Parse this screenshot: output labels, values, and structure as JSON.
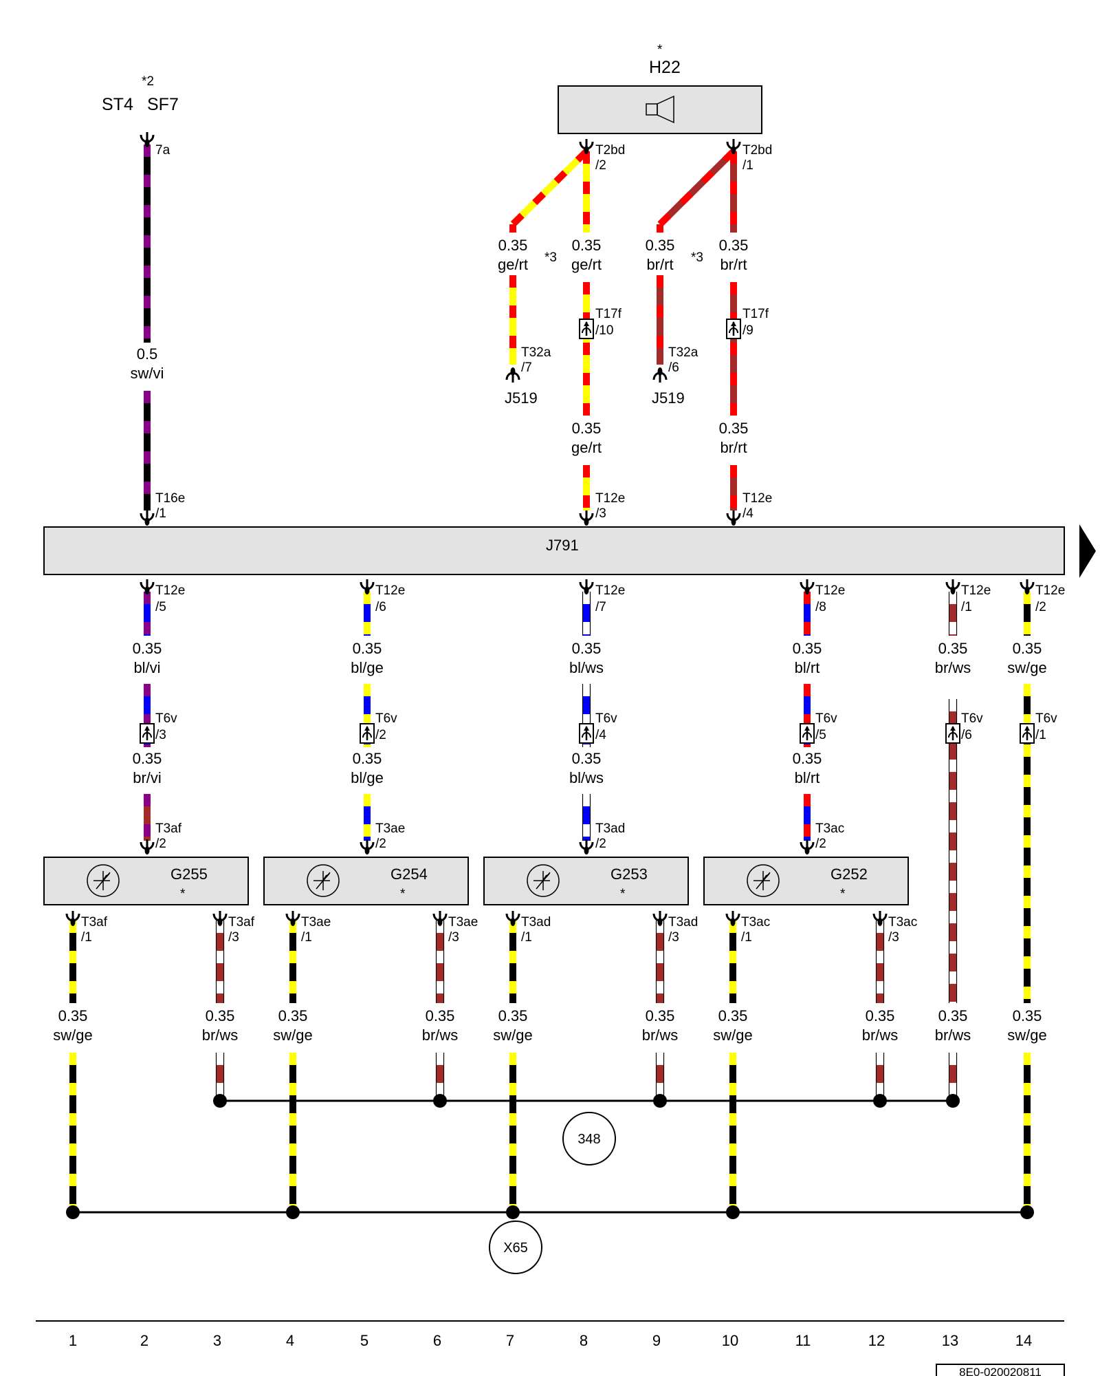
{
  "colors": {
    "ge": "#ffff00",
    "rt": "#ff0000",
    "br": "#a52a2a",
    "sw": "#000000",
    "vi": "#8b008b",
    "bl": "#0000ff",
    "ws": "#ffffff",
    "module_fill": "#e3e3e3",
    "line": "#000000"
  },
  "components": {
    "st4": "ST4",
    "sf7": "SF7",
    "st_note": "*2",
    "h22": "H22",
    "h22_note": "*",
    "j791": "J791",
    "j519_a": "J519",
    "j519_b": "J519",
    "g255": "G255",
    "g254": "G254",
    "g253": "G253",
    "g252": "G252",
    "g_note": "*"
  },
  "connectors": {
    "c7a": "7a",
    "t2bd_a": "T2bd",
    "t2bd_a_pin": "/2",
    "t2bd_b": "T2bd",
    "t2bd_b_pin": "/1",
    "t32a_a": "T32a",
    "t32a_a_pin": "/7",
    "t32a_b": "T32a",
    "t32a_b_pin": "/6",
    "t17f_a": "T17f",
    "t17f_a_pin": "/10",
    "t17f_b": "T17f",
    "t17f_b_pin": "/9",
    "t16e": "T16e",
    "t16e_pin": "/1",
    "t12e_top_a": "T12e",
    "t12e_top_a_pin": "/3",
    "t12e_top_b": "T12e",
    "t12e_top_b_pin": "/4",
    "t12e_5": "T12e",
    "t12e_5_pin": "/5",
    "t12e_6": "T12e",
    "t12e_6_pin": "/6",
    "t12e_7": "T12e",
    "t12e_7_pin": "/7",
    "t12e_8": "T12e",
    "t12e_8_pin": "/8",
    "t12e_1": "T12e",
    "t12e_1_pin": "/1",
    "t12e_2": "T12e",
    "t12e_2_pin": "/2",
    "t6v_3": "T6v",
    "t6v_3_pin": "/3",
    "t6v_2": "T6v",
    "t6v_2_pin": "/2",
    "t6v_4": "T6v",
    "t6v_4_pin": "/4",
    "t6v_5": "T6v",
    "t6v_5_pin": "/5",
    "t6v_6": "T6v",
    "t6v_6_pin": "/6",
    "t6v_1": "T6v",
    "t6v_1_pin": "/1",
    "t3af_2": "T3af",
    "t3af_2_pin": "/2",
    "t3ae_2": "T3ae",
    "t3ae_2_pin": "/2",
    "t3ad_2": "T3ad",
    "t3ad_2_pin": "/2",
    "t3ac_2": "T3ac",
    "t3ac_2_pin": "/2",
    "t3af_1": "T3af",
    "t3af_1_pin": "/1",
    "t3af_3": "T3af",
    "t3af_3_pin": "/3",
    "t3ae_1": "T3ae",
    "t3ae_1_pin": "/1",
    "t3ae_3": "T3ae",
    "t3ae_3_pin": "/3",
    "t3ad_1": "T3ad",
    "t3ad_1_pin": "/1",
    "t3ad_3": "T3ad",
    "t3ad_3_pin": "/3",
    "t3ac_1": "T3ac",
    "t3ac_1_pin": "/1",
    "t3ac_3": "T3ac",
    "t3ac_3_pin": "/3"
  },
  "wires": {
    "w_st": {
      "size": "0.5",
      "color": "sw/vi"
    },
    "w_j519a": {
      "size": "0.35",
      "color": "ge/rt"
    },
    "w_h22a": {
      "size": "0.35",
      "color": "ge/rt"
    },
    "w_j519b": {
      "size": "0.35",
      "color": "br/rt"
    },
    "w_h22b": {
      "size": "0.35",
      "color": "br/rt"
    },
    "w_h22a_low": {
      "size": "0.35",
      "color": "ge/rt"
    },
    "w_h22b_low": {
      "size": "0.35",
      "color": "br/rt"
    },
    "w_c2_up": {
      "size": "0.35",
      "color": "bl/vi"
    },
    "w_c2_low": {
      "size": "0.35",
      "color": "br/vi"
    },
    "w_c5_up": {
      "size": "0.35",
      "color": "bl/ge"
    },
    "w_c5_low": {
      "size": "0.35",
      "color": "bl/ge"
    },
    "w_c8_up": {
      "size": "0.35",
      "color": "bl/ws"
    },
    "w_c8_low": {
      "size": "0.35",
      "color": "bl/ws"
    },
    "w_c11_up": {
      "size": "0.35",
      "color": "bl/rt"
    },
    "w_c11_low": {
      "size": "0.35",
      "color": "bl/rt"
    },
    "w_c13": {
      "size": "0.35",
      "color": "br/ws"
    },
    "w_c14": {
      "size": "0.35",
      "color": "sw/ge"
    },
    "w_b1": {
      "size": "0.35",
      "color": "sw/ge"
    },
    "w_b3": {
      "size": "0.35",
      "color": "br/ws"
    },
    "w_b4": {
      "size": "0.35",
      "color": "sw/ge"
    },
    "w_b6": {
      "size": "0.35",
      "color": "br/ws"
    },
    "w_b7": {
      "size": "0.35",
      "color": "sw/ge"
    },
    "w_b9": {
      "size": "0.35",
      "color": "br/ws"
    },
    "w_b10": {
      "size": "0.35",
      "color": "sw/ge"
    },
    "w_b12": {
      "size": "0.35",
      "color": "br/ws"
    },
    "w_b13": {
      "size": "0.35",
      "color": "br/ws"
    },
    "w_b14": {
      "size": "0.35",
      "color": "sw/ge"
    }
  },
  "notes": {
    "star3_a": "*3",
    "star3_b": "*3"
  },
  "ground": {
    "g348": "348",
    "x65": "X65"
  },
  "grid": [
    "1",
    "2",
    "3",
    "4",
    "5",
    "6",
    "7",
    "8",
    "9",
    "10",
    "11",
    "12",
    "13",
    "14"
  ],
  "doc_code": "8E0-020020811",
  "continue_icon": "arrow-right-icon"
}
